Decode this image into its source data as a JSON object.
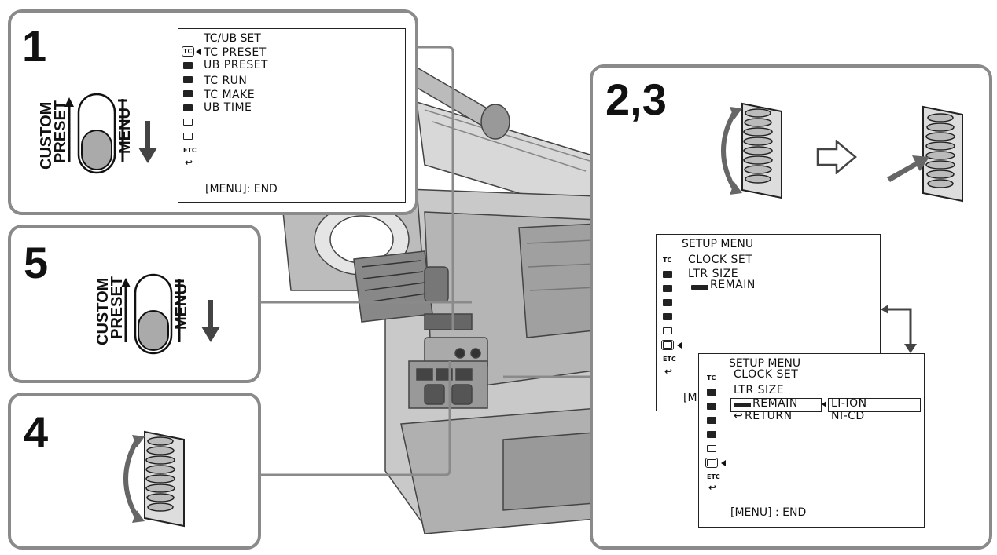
{
  "steps": {
    "s1": "1",
    "s23": "2,3",
    "s5": "5",
    "s4": "4"
  },
  "switch": {
    "custom": "CUSTOM",
    "preset": "PRESET",
    "menu": "MENU"
  },
  "menu1": {
    "title": "TC/UB SET",
    "items": [
      "TC  PRESET",
      "UB  PRESET",
      "TC  RUN",
      "TC  MAKE",
      "UB  TIME"
    ],
    "etc_icon": "ETC",
    "tc_icon": "TC",
    "end": "[MENU]: END"
  },
  "menu2": {
    "title": "SETUP MENU",
    "items": [
      "CLOCK SET",
      "LTR SIZE",
      "REMAIN"
    ],
    "tc_icon": "TC",
    "etc_icon": "ETC",
    "end_partial": "[M"
  },
  "menu3": {
    "title": "SETUP MENU",
    "items": [
      "CLOCK SET",
      "LTR SIZE",
      "REMAIN",
      "RETURN"
    ],
    "options": [
      "LI-ION",
      "NI-CD"
    ],
    "tc_icon": "TC",
    "etc_icon": "ETC",
    "end": "[MENU] : END"
  },
  "icons": [
    "switch-icon",
    "dial-icon",
    "arrow-down-icon",
    "hollow-arrow-right-icon",
    "press-arrow-icon",
    "battery-icon",
    "return-icon",
    "camcorder-illustration"
  ]
}
